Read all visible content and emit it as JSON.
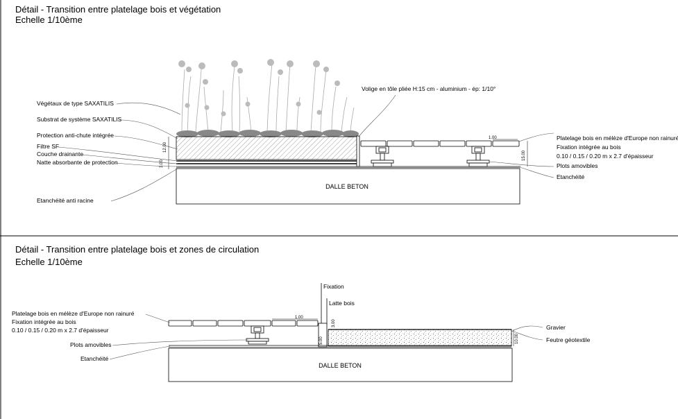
{
  "detail1": {
    "title": "Détail - Transition entre platelage bois et végétation",
    "scale": "Echelle 1/10ème",
    "labels": {
      "vegetaux": "Végétaux de type SAXATILIS",
      "substrat": "Substrat de système SAXATILIS",
      "protection": "Protection anti-chute intégrée",
      "filtre": "Filtre SF",
      "couche": "Couche drainante",
      "natte": "Natte absorbante de protection",
      "etancheite_racine": "Etanchéité anti racine",
      "volige": "Volige en tôle pliée H:15 cm - aluminium - ép: 1/10°",
      "platelage_1": "Platelage bois en mélèze d'Europe non rainuré",
      "platelage_2": "Fixation intégrée au bois",
      "platelage_3": "0.10 / 0.15 / 0.20 m x 2.7 d'épaisseur",
      "plots": "Plots amovibles",
      "etancheite": "Etanchéité",
      "dalle": "DALLE BETON"
    },
    "dims": {
      "d100": "1.00",
      "d1200": "12.00",
      "d300": "3.00",
      "d1500": "15.00"
    }
  },
  "detail2": {
    "title": "Détail - Transition entre platelage bois et zones de circulation",
    "scale": "Echelle 1/10ème",
    "labels": {
      "platelage_1": "Platelage bois en mélèze d'Europe non rainuré",
      "platelage_2": "Fixation intégrée au bois",
      "platelage_3": "0.10 / 0.15 / 0.20 m x 2.7 d'épaisseur",
      "plots": "Plots amovibles",
      "etancheite": "Etanchéité",
      "fixation": "Fixation",
      "latte": "Latte bois",
      "gravier": "Gravier",
      "feutre": "Feutre géotextile",
      "dalle": "DALLE BETON"
    },
    "dims": {
      "d100": "1.00",
      "d300": "3.00",
      "d1000": "10.00",
      "d500": "5.00"
    }
  }
}
